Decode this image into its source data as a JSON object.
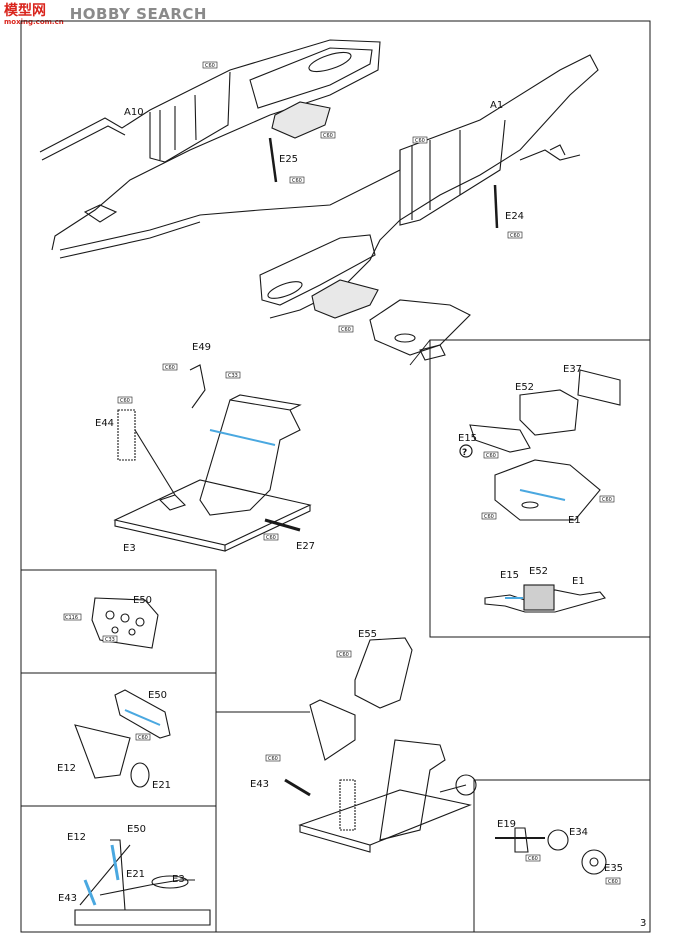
{
  "watermark": {
    "logo": "模型网",
    "url": "moxing.com.cn",
    "text": "HOBBY SEARCH"
  },
  "colors": {
    "line": "#1a1a1a",
    "paint": "#4aa8e0",
    "tagfill": "#ffffff"
  },
  "page_number": "3",
  "question_mark": "?",
  "labels": {
    "a10": "A10",
    "a1": "A1",
    "e25": "E25",
    "e24": "E24",
    "e49": "E49",
    "e44": "E44",
    "e3": "E3",
    "e27": "E27",
    "e37": "E37",
    "e52": "E52",
    "e15": "E15",
    "e1": "E1",
    "e15b": "E15",
    "e52b": "E52",
    "e1b": "E1",
    "e50a": "E50",
    "e50b": "E50",
    "e12": "E12",
    "e21": "E21",
    "e12b": "E12",
    "e50c": "E50",
    "e21b": "E21",
    "e43b": "E43",
    "e3b": "E3",
    "e55": "E55",
    "e43": "E43",
    "e19": "E19",
    "e34": "E34",
    "e35": "E35"
  },
  "tags": {
    "c60": "C60",
    "c33": "C33",
    "c116": "C116"
  }
}
